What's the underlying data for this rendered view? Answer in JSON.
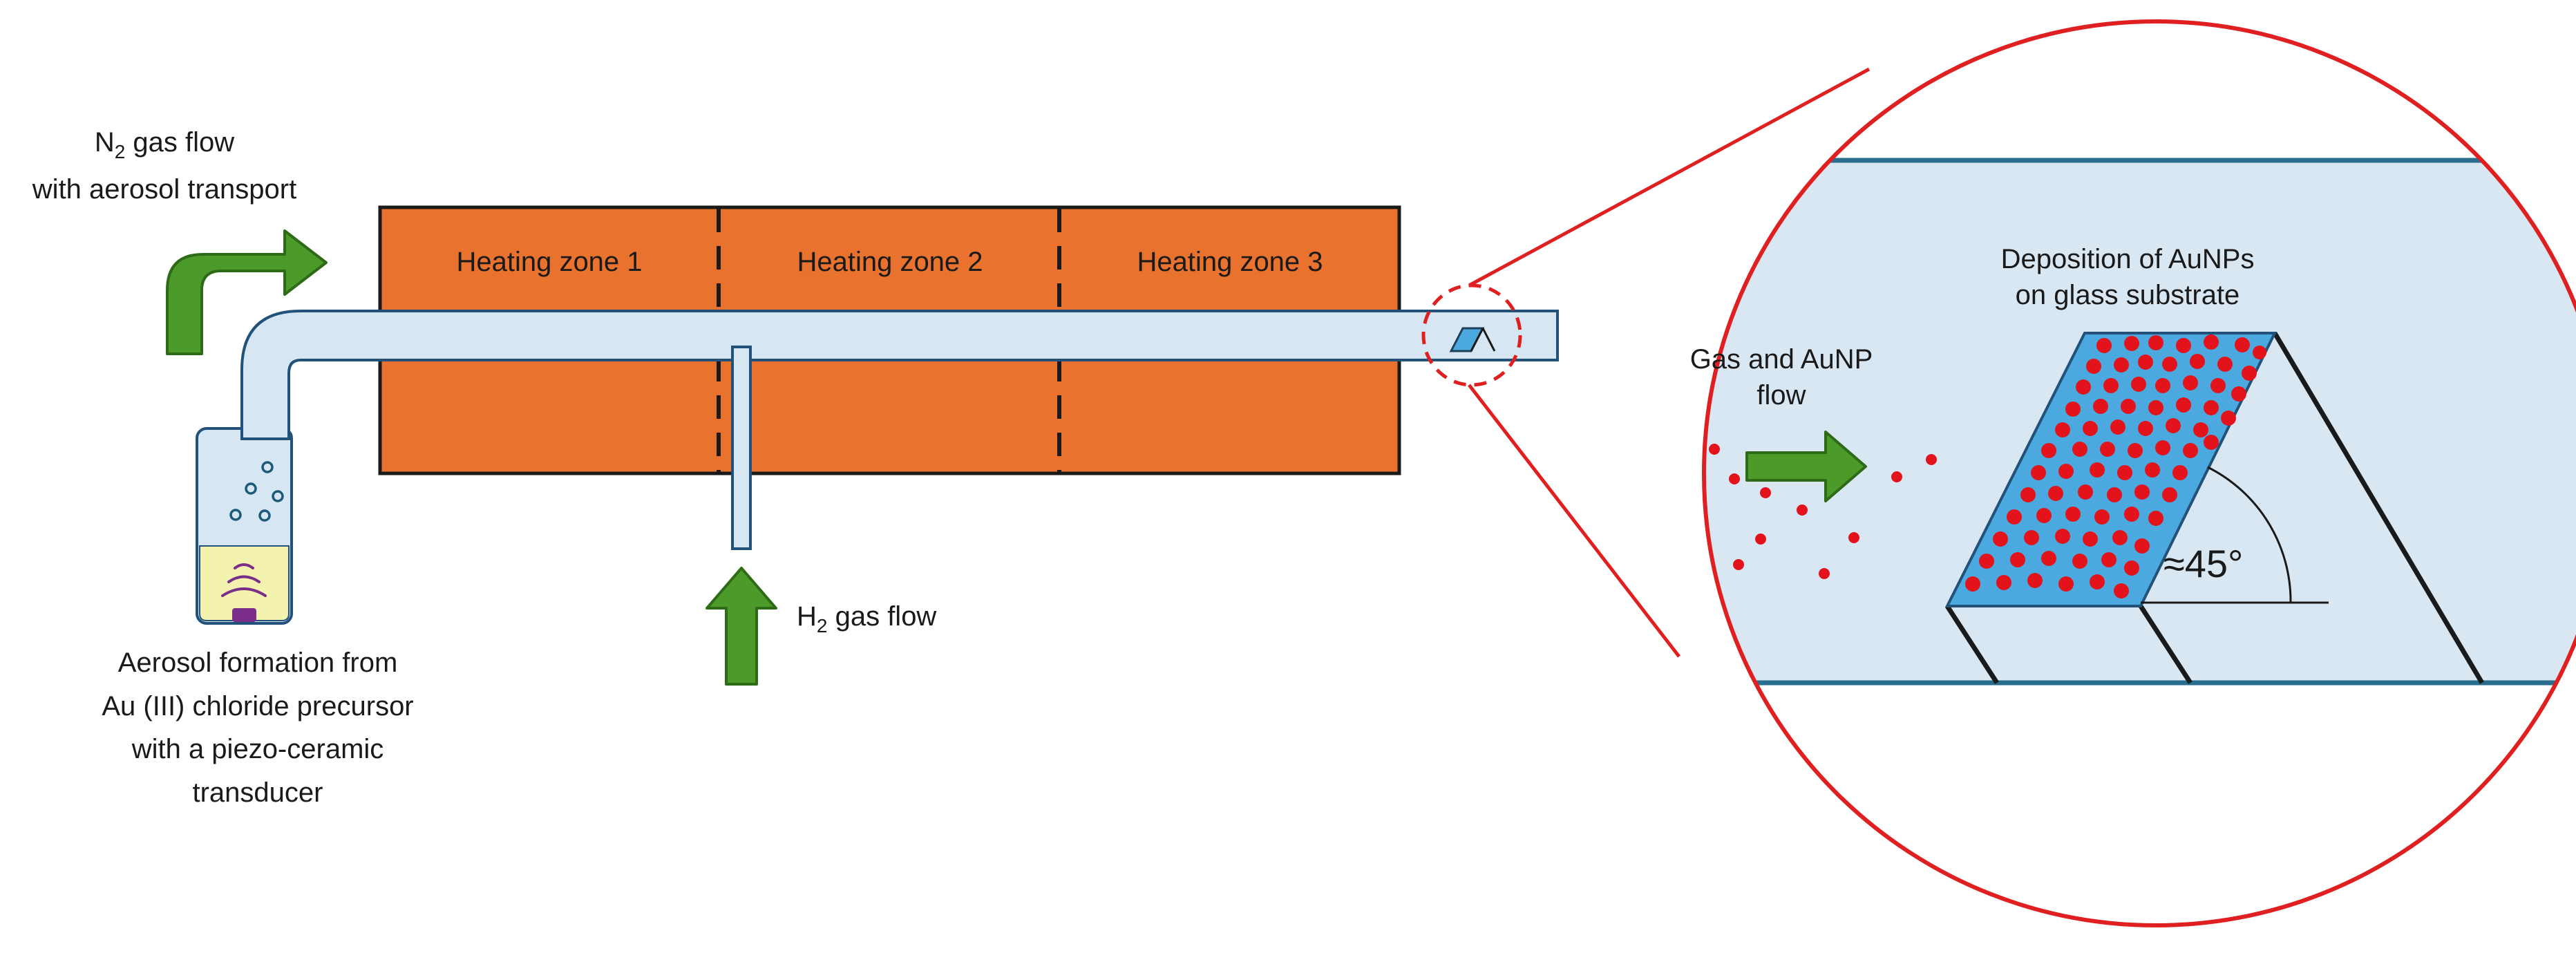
{
  "colors": {
    "furnace": "#E8722E",
    "tube_fill": "#D6E6F2",
    "tube_stroke": "#22527A",
    "arrow_green": "#4C9A2A",
    "arrow_stroke": "#2E6B17",
    "zoom_red": "#E02020",
    "particle_red": "#E3131B",
    "substrate_blue": "#4BA9E0",
    "zoom_bg": "#D9E7F3",
    "wall_teal": "#2A6E8F",
    "liquid_yellow": "#F3F2AE",
    "transducer_purple": "#7A2E8A"
  },
  "heating_zones": [
    {
      "label": "Heating zone 1"
    },
    {
      "label": "Heating zone 2"
    },
    {
      "label": "Heating zone 3"
    }
  ],
  "n2_flow": {
    "line1_prefix": "N",
    "line1_sub": "2",
    "line1_suffix": " gas flow",
    "line2": "with aerosol transport"
  },
  "h2_flow": {
    "prefix": "H",
    "sub": "2",
    "suffix": " gas flow"
  },
  "aerosol": {
    "lines": [
      "Aerosol formation from",
      "Au (III) chloride precursor",
      "with a piezo-ceramic",
      "transducer"
    ]
  },
  "zoom": {
    "deposition_lines": [
      "Deposition of AuNPs",
      "on glass substrate"
    ],
    "gas_flow_lines": [
      "Gas and AuNP",
      "flow"
    ],
    "angle": "≈45°"
  },
  "icons": {
    "n2_arrow": "bent-arrow-right-icon",
    "h2_arrow": "arrow-up-icon",
    "flow_arrow": "arrow-right-icon",
    "piezo": "sound-waves-icon"
  }
}
